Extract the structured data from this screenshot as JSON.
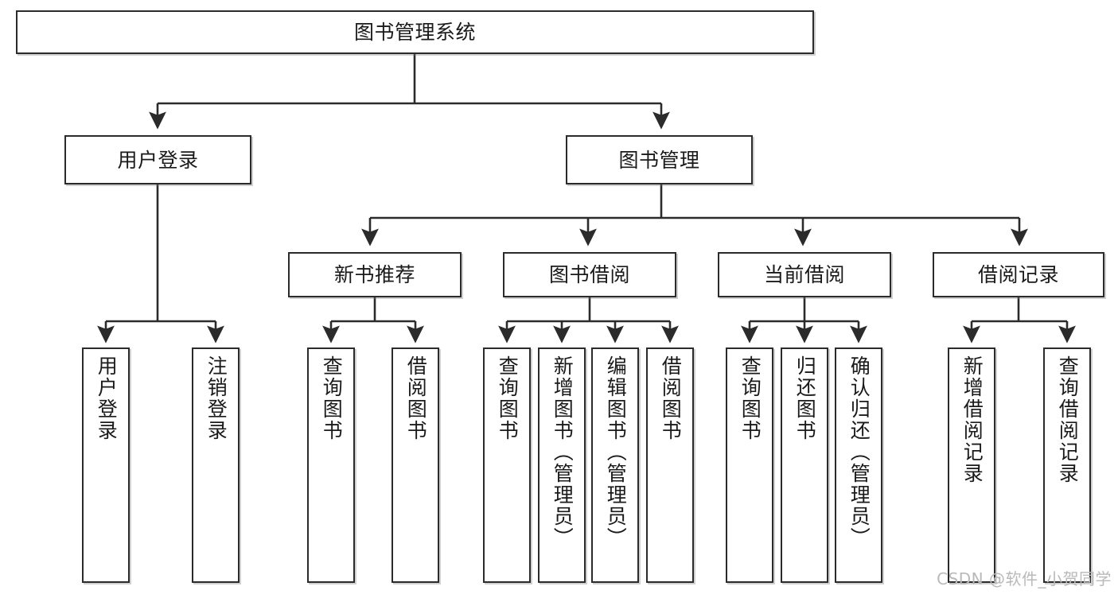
{
  "diagram": {
    "title": "图书管理系统",
    "type": "tree-hierarchy-chart",
    "root": {
      "id": "root",
      "label": "图书管理系统",
      "orientation": "horizontal"
    },
    "level2": [
      {
        "id": "user-login",
        "label": "用户登录",
        "orientation": "horizontal"
      },
      {
        "id": "book-manage",
        "label": "图书管理",
        "orientation": "horizontal"
      }
    ],
    "level3": [
      {
        "id": "new-book-rec",
        "label": "新书推荐",
        "orientation": "horizontal",
        "parent": "book-manage"
      },
      {
        "id": "book-borrow",
        "label": "图书借阅",
        "orientation": "horizontal",
        "parent": "book-manage"
      },
      {
        "id": "current-borrow",
        "label": "当前借阅",
        "orientation": "horizontal",
        "parent": "book-manage"
      },
      {
        "id": "borrow-record",
        "label": "借阅记录",
        "orientation": "horizontal",
        "parent": "book-manage"
      }
    ],
    "leaves": [
      {
        "id": "leaf-user-login",
        "label": "用户登录",
        "orientation": "vertical",
        "parent": "user-login"
      },
      {
        "id": "leaf-user-logout",
        "label": "注销登录",
        "orientation": "vertical",
        "parent": "user-login"
      },
      {
        "id": "leaf-query-book-1",
        "label": "查询图书",
        "orientation": "vertical",
        "parent": "new-book-rec"
      },
      {
        "id": "leaf-borrow-book-1",
        "label": "借阅图书",
        "orientation": "vertical",
        "parent": "new-book-rec"
      },
      {
        "id": "leaf-query-book-2",
        "label": "查询图书",
        "orientation": "vertical",
        "parent": "book-borrow"
      },
      {
        "id": "leaf-add-book",
        "label": "新增图书（管理员）",
        "orientation": "vertical",
        "parent": "book-borrow"
      },
      {
        "id": "leaf-edit-book",
        "label": "编辑图书（管理员）",
        "orientation": "vertical",
        "parent": "book-borrow"
      },
      {
        "id": "leaf-borrow-book-2",
        "label": "借阅图书",
        "orientation": "vertical",
        "parent": "book-borrow"
      },
      {
        "id": "leaf-query-book-3",
        "label": "查询图书",
        "orientation": "vertical",
        "parent": "current-borrow"
      },
      {
        "id": "leaf-return-book",
        "label": "归还图书",
        "orientation": "vertical",
        "parent": "current-borrow"
      },
      {
        "id": "leaf-confirm-return",
        "label": "确认归还（管理员）",
        "orientation": "vertical",
        "parent": "current-borrow"
      },
      {
        "id": "leaf-add-record",
        "label": "新增借阅记录",
        "orientation": "vertical",
        "parent": "borrow-record"
      },
      {
        "id": "leaf-query-record",
        "label": "查询借阅记录",
        "orientation": "vertical",
        "parent": "borrow-record"
      }
    ]
  },
  "watermark": {
    "text": "CSDN @软件_小贺同学"
  },
  "colors": {
    "border": "#2b2b2b",
    "background": "#ffffff",
    "text": "#1a1a1a",
    "line": "#2b2b2b",
    "watermark": "#b9b9b9"
  }
}
